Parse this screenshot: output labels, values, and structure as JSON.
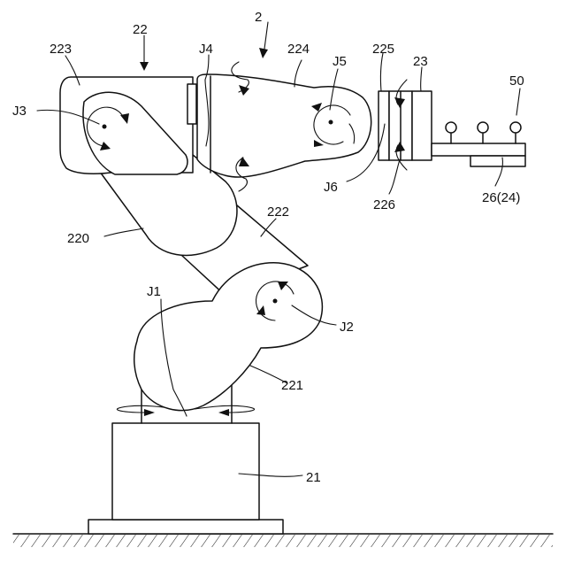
{
  "figure": {
    "labels": {
      "robot": "2",
      "base": "21",
      "arm": "22",
      "lower_arm": "220",
      "swivel": "221",
      "link": "222",
      "upper_arm": "223",
      "forearm": "224",
      "wrist": "225",
      "flange": "226",
      "tool": "23",
      "holder": "26(24)",
      "sensor": "50",
      "j1": "J1",
      "j2": "J2",
      "j3": "J3",
      "j4": "J4",
      "j5": "J5",
      "j6": "J6"
    }
  }
}
